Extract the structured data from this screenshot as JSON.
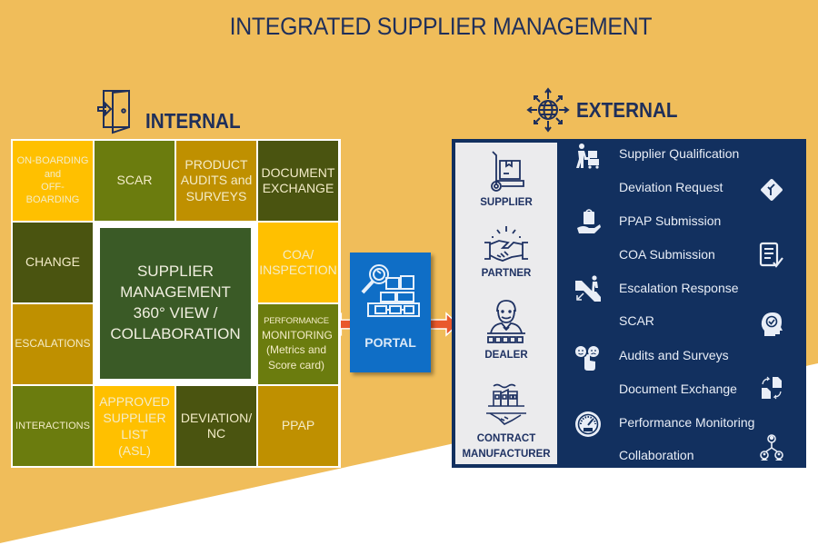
{
  "title": "INTEGRATED SUPPLIER MANAGEMENT",
  "colors": {
    "background": "#f0bd5a",
    "navy": "#1f2f5a",
    "panel_dark": "#12305f",
    "portal_blue": "#0f6ec6",
    "arrow_orange": "#e9582c",
    "tile_yellow": "#ffc000",
    "tile_olive": "#6b7c0e",
    "tile_dark": "#4a5410",
    "tile_gold": "#bf9000",
    "tile_center": "#3a5a26"
  },
  "internal": {
    "heading": "INTERNAL",
    "icon": "door-enter-icon",
    "tiles": {
      "onboarding": [
        "ON-BOARDING",
        "and",
        "OFF-BOARDING"
      ],
      "scar": "SCAR",
      "product_audits": [
        "PRODUCT",
        "AUDITS and",
        "SURVEYS"
      ],
      "document_exchange": [
        "DOCUMENT",
        "EXCHANGE"
      ],
      "change": "CHANGE",
      "center": [
        "SUPPLIER",
        "MANAGEMENT",
        "360° VIEW /",
        "COLLABORATION"
      ],
      "coa": [
        "COA/",
        "INSPECTION"
      ],
      "escalations": "ESCALATIONS",
      "performance": [
        "PERFORMANCE",
        "MONITORING",
        "(Metrics and",
        "Score card)"
      ],
      "interactions": "INTERACTIONS",
      "asl": [
        "APPROVED",
        "SUPPLIER",
        "LIST",
        "(ASL)"
      ],
      "deviation": [
        "DEVIATION/",
        "NC"
      ],
      "ppap": "PPAP"
    }
  },
  "portal": {
    "label": "PORTAL",
    "icon": "portal-search-icon"
  },
  "external": {
    "heading": "EXTERNAL",
    "icon": "globe-arrows-icon",
    "entities": [
      {
        "label": "SUPPLIER",
        "icon": "hand-truck-icon"
      },
      {
        "label": "PARTNER",
        "icon": "handshake-icon"
      },
      {
        "label": "DEALER",
        "icon": "dealer-icon"
      },
      {
        "label": "CONTRACT",
        "label2": "MANUFACTURER",
        "icon": "factory-handshake-icon"
      }
    ],
    "services": [
      {
        "label": "Supplier Qualification",
        "icon": "person-cart-icon"
      },
      {
        "label": "Deviation Request",
        "icon": "diamond-sign-icon"
      },
      {
        "label": "PPAP Submission",
        "icon": "hand-package-icon"
      },
      {
        "label": "COA Submission",
        "icon": "document-check-icon"
      },
      {
        "label": "Escalation Response",
        "icon": "escalator-icon"
      },
      {
        "label": "SCAR",
        "icon": "head-check-icon"
      },
      {
        "label": "Audits and Surveys",
        "icon": "survey-faces-icon"
      },
      {
        "label": "Document Exchange",
        "icon": "file-exchange-icon"
      },
      {
        "label": "Performance Monitoring",
        "icon": "gauge-icon"
      },
      {
        "label": "Collaboration",
        "icon": "people-network-icon"
      }
    ]
  }
}
